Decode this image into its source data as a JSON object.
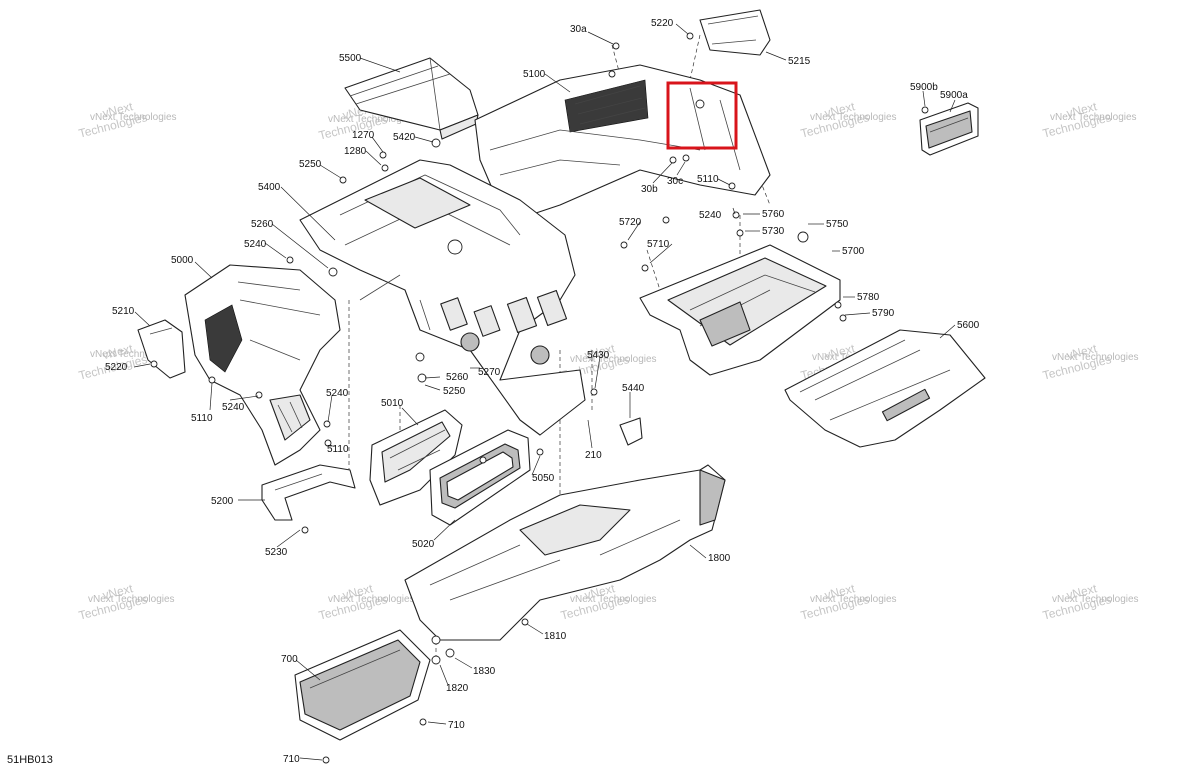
{
  "diagram": {
    "code": "51HB013",
    "watermark": {
      "line1": "vNext",
      "line2": "Technologies",
      "full": "vNext Technologies"
    },
    "highlight_color": "#d8141b",
    "callouts": [
      {
        "id": "c-30a",
        "text": "30a"
      },
      {
        "id": "c-5220-top",
        "text": "5220"
      },
      {
        "id": "c-5215",
        "text": "5215"
      },
      {
        "id": "c-5500",
        "text": "5500"
      },
      {
        "id": "c-5100",
        "text": "5100"
      },
      {
        "id": "c-5900b",
        "text": "5900b"
      },
      {
        "id": "c-5900a",
        "text": "5900a"
      },
      {
        "id": "c-1270",
        "text": "1270"
      },
      {
        "id": "c-5420",
        "text": "5420"
      },
      {
        "id": "c-1280",
        "text": "1280"
      },
      {
        "id": "c-5250-top",
        "text": "5250"
      },
      {
        "id": "c-30b",
        "text": "30b"
      },
      {
        "id": "c-30c",
        "text": "30c"
      },
      {
        "id": "c-5110-top",
        "text": "5110"
      },
      {
        "id": "c-5400",
        "text": "5400"
      },
      {
        "id": "c-5240-top",
        "text": "5240"
      },
      {
        "id": "c-5760",
        "text": "5760"
      },
      {
        "id": "c-5720",
        "text": "5720"
      },
      {
        "id": "c-5730",
        "text": "5730"
      },
      {
        "id": "c-5750",
        "text": "5750"
      },
      {
        "id": "c-5260-top",
        "text": "5260"
      },
      {
        "id": "c-5710",
        "text": "5710"
      },
      {
        "id": "c-5240-left",
        "text": "5240"
      },
      {
        "id": "c-5700",
        "text": "5700"
      },
      {
        "id": "c-5000",
        "text": "5000"
      },
      {
        "id": "c-5780",
        "text": "5780"
      },
      {
        "id": "c-5790",
        "text": "5790"
      },
      {
        "id": "c-5210",
        "text": "5210"
      },
      {
        "id": "c-5600",
        "text": "5600"
      },
      {
        "id": "c-5430",
        "text": "5430"
      },
      {
        "id": "c-5220-left",
        "text": "5220"
      },
      {
        "id": "c-5260-mid",
        "text": "5260"
      },
      {
        "id": "c-5270",
        "text": "5270"
      },
      {
        "id": "c-5250-mid",
        "text": "5250"
      },
      {
        "id": "c-5440",
        "text": "5440"
      },
      {
        "id": "c-5240-mid",
        "text": "5240"
      },
      {
        "id": "c-5110-left",
        "text": "5110"
      },
      {
        "id": "c-5240-low",
        "text": "5240"
      },
      {
        "id": "c-5010",
        "text": "5010"
      },
      {
        "id": "c-210",
        "text": "210"
      },
      {
        "id": "c-5110-mid",
        "text": "5110"
      },
      {
        "id": "c-5050",
        "text": "5050"
      },
      {
        "id": "c-5200",
        "text": "5200"
      },
      {
        "id": "c-5020",
        "text": "5020"
      },
      {
        "id": "c-1800",
        "text": "1800"
      },
      {
        "id": "c-5230",
        "text": "5230"
      },
      {
        "id": "c-1810",
        "text": "1810"
      },
      {
        "id": "c-700",
        "text": "700"
      },
      {
        "id": "c-1830",
        "text": "1830"
      },
      {
        "id": "c-1820",
        "text": "1820"
      },
      {
        "id": "c-710-right",
        "text": "710"
      },
      {
        "id": "c-710-bottom",
        "text": "710"
      }
    ]
  }
}
